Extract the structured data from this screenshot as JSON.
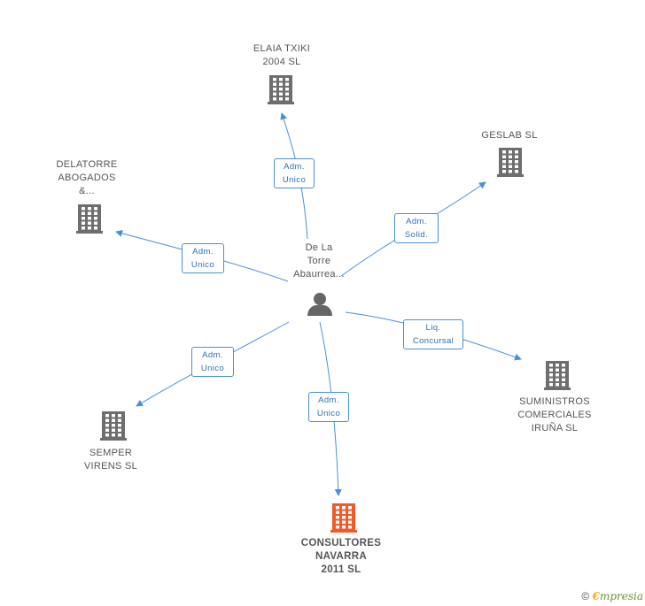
{
  "center": {
    "name_line1": "De La",
    "name_line2": "Torre",
    "name_line3": "Abaurrea..."
  },
  "companies": [
    {
      "id": "elaia",
      "line1": "ELAIA TXIKI",
      "line2": "2004 SL",
      "line3": "",
      "color": "#6e6e6e"
    },
    {
      "id": "geslab",
      "line1": "GESLAB SL",
      "line2": "",
      "line3": "",
      "color": "#6e6e6e"
    },
    {
      "id": "delatorre",
      "line1": "DELATORRE",
      "line2": "ABOGADOS",
      "line3": "&...",
      "color": "#6e6e6e"
    },
    {
      "id": "suministros",
      "line1": "SUMINISTROS",
      "line2": "COMERCIALES",
      "line3": "IRUÑA SL",
      "color": "#6e6e6e"
    },
    {
      "id": "semper",
      "line1": "SEMPER",
      "line2": "VIRENS SL",
      "line3": "",
      "color": "#6e6e6e"
    },
    {
      "id": "consultores",
      "line1": "CONSULTORES",
      "line2": "NAVARRA",
      "line3": "2011 SL",
      "color": "#f05a28"
    }
  ],
  "edges": [
    {
      "id": "e-elaia",
      "line1": "Adm.",
      "line2": "Unico"
    },
    {
      "id": "e-geslab",
      "line1": "Adm.",
      "line2": "Solid."
    },
    {
      "id": "e-delatorre",
      "line1": "Adm.",
      "line2": "Unico"
    },
    {
      "id": "e-suministros",
      "line1": "Liq.",
      "line2": "Concursal"
    },
    {
      "id": "e-semper",
      "line1": "Adm.",
      "line2": "Unico"
    },
    {
      "id": "e-consultores",
      "line1": "Adm.",
      "line2": "Unico"
    }
  ],
  "footer": {
    "copyright": "©",
    "brand_e": "€",
    "brand_rest": "mpresia"
  },
  "colors": {
    "edge": "#4a90d9",
    "building": "#6e6e6e",
    "highlight": "#f05a28",
    "person": "#666666"
  }
}
